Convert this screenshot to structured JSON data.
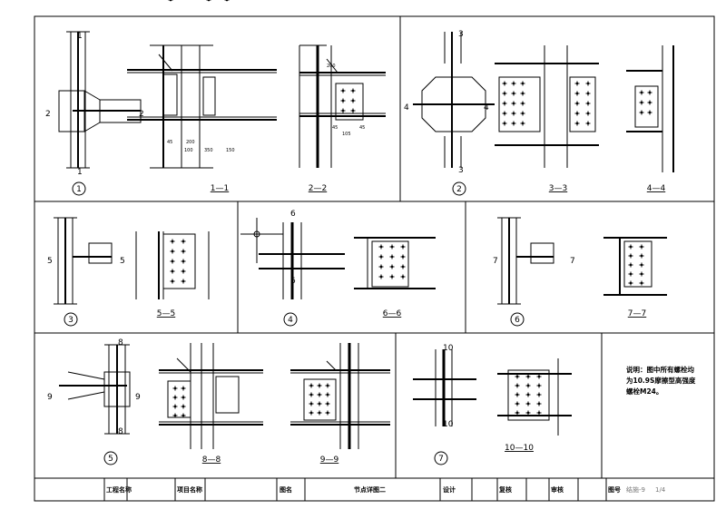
{
  "details": [
    {
      "label": "1",
      "sections": [
        "1—1",
        "2—2"
      ]
    },
    {
      "label": "2",
      "sections": [
        "3—3",
        "4—4"
      ]
    },
    {
      "label": "3",
      "sections": [
        "5—5"
      ]
    },
    {
      "label": "4",
      "sections": [
        "6—6"
      ]
    },
    {
      "label": "6",
      "sections": [
        "7—7"
      ]
    },
    {
      "label": "5",
      "sections": [
        "8—8",
        "9—9"
      ]
    },
    {
      "label": "7",
      "sections": [
        "10—10"
      ]
    }
  ],
  "cut_marks": {
    "d1": [
      "1",
      "1",
      "2",
      "2"
    ],
    "d2": [
      "3",
      "3",
      "4",
      "4"
    ],
    "d3": [
      "5",
      "5"
    ],
    "d4": [
      "6",
      "6"
    ],
    "d6": [
      "7",
      "7"
    ],
    "d5": [
      "8",
      "8",
      "9",
      "9"
    ],
    "d7": [
      "10",
      "10"
    ]
  },
  "dimensions": {
    "s11": [
      "100",
      "350",
      "150",
      "45",
      "200"
    ],
    "s22": [
      "200",
      "45",
      "105",
      "45"
    ]
  },
  "note": {
    "line1": "说明：图中所有螺栓均",
    "line2": "为10.9S摩擦型高强度",
    "line3": "螺栓M24。"
  },
  "title_block": {
    "project_name_label": "工程名称",
    "item_name_label": "项目名称",
    "drawing_name_label": "图名",
    "drawing_name": "节点详图二",
    "design_label": "设计",
    "check_label": "复核",
    "review_label": "审核",
    "drawing_no_label": "图号",
    "drawing_no": "结施-9",
    "sheet": "1/4"
  }
}
